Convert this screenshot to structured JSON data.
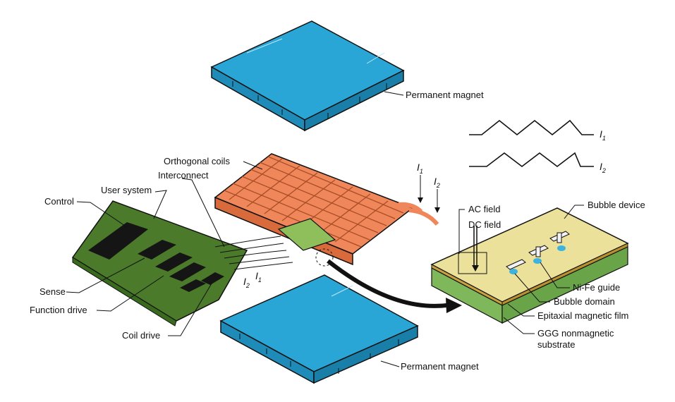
{
  "labels": {
    "permanent_magnet_top": "Permanent magnet",
    "permanent_magnet_bottom": "Permanent magnet",
    "orthogonal_coils": "Orthogonal coils",
    "interconnect": "Interconnect",
    "user_system": "User system",
    "control": "Control",
    "sense": "Sense",
    "function_drive": "Function drive",
    "coil_drive": "Coil drive",
    "ac_field": "AC field",
    "dc_field": "DC field",
    "bubble_device": "Bubble device",
    "nife_guide": "Ni-Fe guide",
    "bubble_domain": "Bubble domain",
    "epitaxial_film": "Epitaxial magnetic film",
    "ggg_line1": "GGG nonmagnetic",
    "ggg_line2": "substrate"
  },
  "currents": {
    "i_letter": "I",
    "sub1": "1",
    "sub2": "2"
  },
  "colors": {
    "magnet": "#2aa6d6",
    "magnet_side": "#1f8bb8",
    "coil": "#f0875a",
    "board": "#4a7a2a",
    "chip": "#151515",
    "device_top": "#ece19a",
    "device_side": "#7fb85a",
    "bubble": "#3fb3e0"
  }
}
